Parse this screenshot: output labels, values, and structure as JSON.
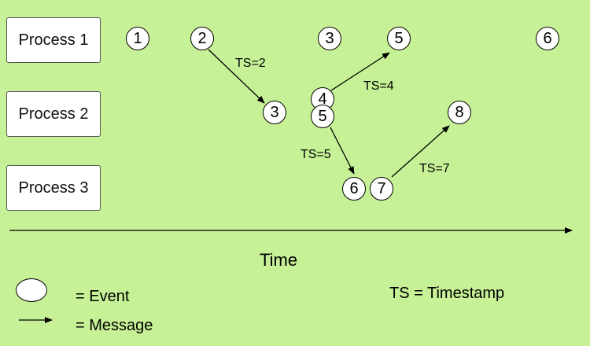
{
  "processes": [
    "Process 1",
    "Process 2",
    "Process 3"
  ],
  "events": {
    "p1": [
      "1",
      "2",
      "3",
      "5",
      "6"
    ],
    "p2": [
      "3",
      "4",
      "5",
      "8"
    ],
    "p3": [
      "6",
      "7"
    ]
  },
  "messages": [
    "TS=2",
    "TS=4",
    "TS=5",
    "TS=7"
  ],
  "axis": {
    "label": "Time"
  },
  "legend": {
    "event": "= Event",
    "message": "= Message",
    "timestamp": "TS = Timestamp"
  }
}
